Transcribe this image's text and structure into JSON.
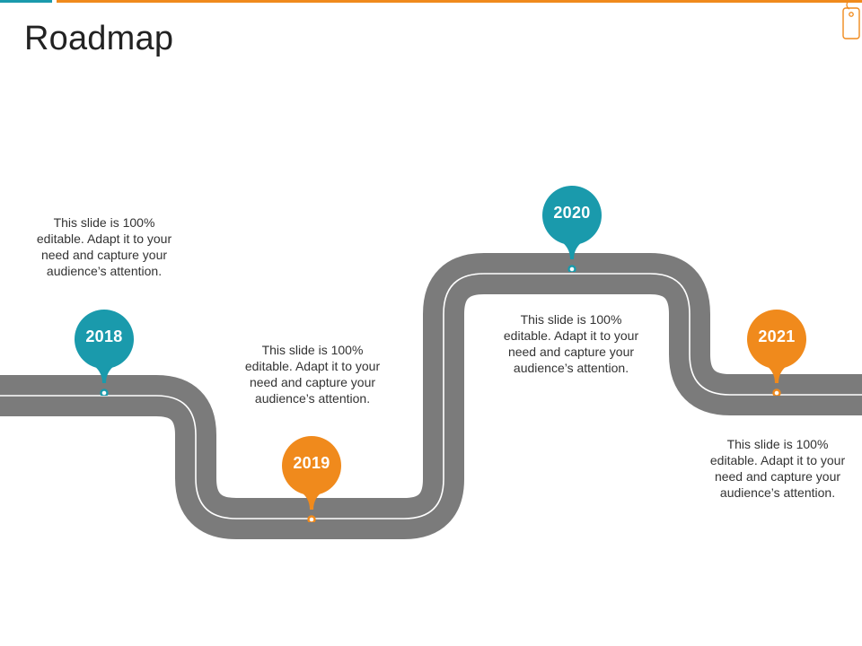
{
  "slide": {
    "title": "Roadmap"
  },
  "colors": {
    "teal": "#1a9aac",
    "orange": "#f08a1c",
    "road": "#7b7b7b",
    "road_line": "#ffffff"
  },
  "milestones": [
    {
      "year": "2018",
      "color": "teal",
      "description": "This slide is 100% editable. Adapt it to your need and capture your audience’s attention."
    },
    {
      "year": "2019",
      "color": "orange",
      "description": "This slide is 100% editable. Adapt it to your need and capture your audience’s attention."
    },
    {
      "year": "2020",
      "color": "teal",
      "description": "This slide is 100% editable. Adapt it to your need and capture your audience’s attention."
    },
    {
      "year": "2021",
      "color": "orange",
      "description": "This slide is 100% editable. Adapt it to your need and capture your audience’s attention."
    }
  ]
}
